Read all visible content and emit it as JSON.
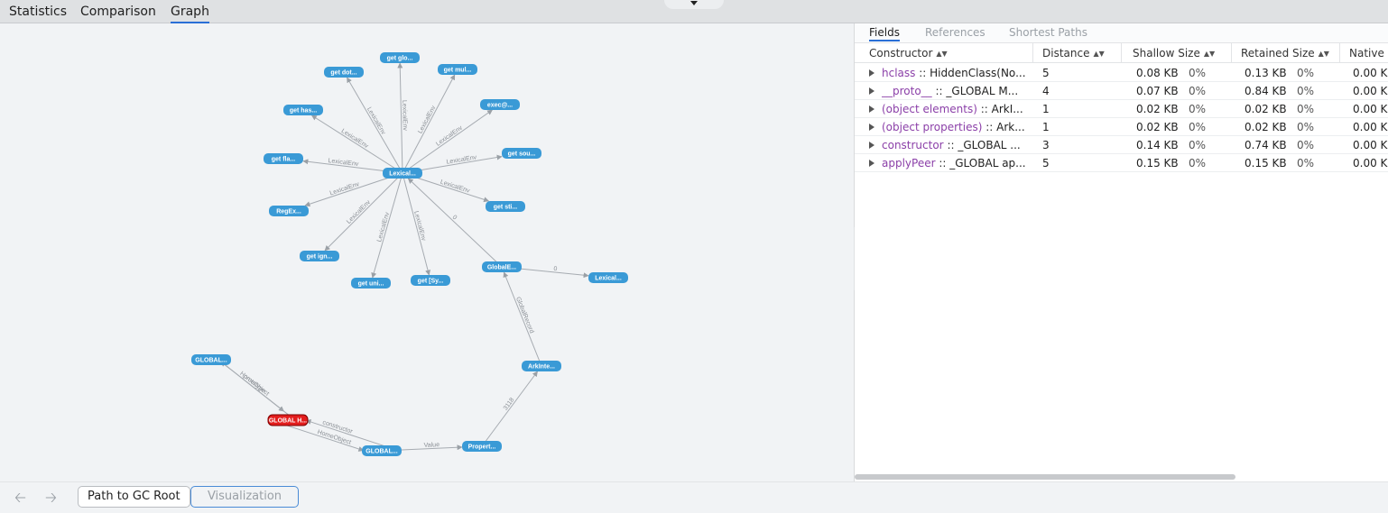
{
  "top_tabs": [
    {
      "label": "Statistics",
      "active": false
    },
    {
      "label": "Comparison",
      "active": false
    },
    {
      "label": "Graph",
      "active": true
    }
  ],
  "graph": {
    "nodes": [
      {
        "id": "lex_center",
        "label": "Lexical..."
      },
      {
        "id": "n_getglo",
        "label": "get glo..."
      },
      {
        "id": "n_getdot",
        "label": "get dot..."
      },
      {
        "id": "n_getmul",
        "label": "get mul..."
      },
      {
        "id": "n_gethas",
        "label": "get has..."
      },
      {
        "id": "n_exec",
        "label": "exec@..."
      },
      {
        "id": "n_getfla",
        "label": "get fla..."
      },
      {
        "id": "n_getsou",
        "label": "get sou..."
      },
      {
        "id": "n_regex",
        "label": "RegEx..."
      },
      {
        "id": "n_getsti",
        "label": "get sti..."
      },
      {
        "id": "n_getign",
        "label": "get ign..."
      },
      {
        "id": "n_getuni",
        "label": "get uni..."
      },
      {
        "id": "n_getsy",
        "label": "get [Sy..."
      },
      {
        "id": "n_globale",
        "label": "GlobalE..."
      },
      {
        "id": "n_lexical2",
        "label": "Lexical..."
      },
      {
        "id": "n_arkinte",
        "label": "ArkInte..."
      },
      {
        "id": "n_global1",
        "label": "GLOBAL..."
      },
      {
        "id": "n_globalh",
        "label": "GLOBAL H...",
        "highlight": true
      },
      {
        "id": "n_global2",
        "label": "GLOBAL..."
      },
      {
        "id": "n_propert",
        "label": "Propert..."
      }
    ],
    "edges": [
      {
        "from": "lex_center",
        "to": "n_getglo",
        "label": "LexicalEnv"
      },
      {
        "from": "lex_center",
        "to": "n_getdot",
        "label": "LexicalEnv"
      },
      {
        "from": "lex_center",
        "to": "n_getmul",
        "label": "LexicalEnv"
      },
      {
        "from": "lex_center",
        "to": "n_gethas",
        "label": "LexicalEnv"
      },
      {
        "from": "lex_center",
        "to": "n_exec",
        "label": "LexicalEnv"
      },
      {
        "from": "lex_center",
        "to": "n_getfla",
        "label": "LexicalEnv"
      },
      {
        "from": "lex_center",
        "to": "n_getsou",
        "label": "LexicalEnv"
      },
      {
        "from": "lex_center",
        "to": "n_regex",
        "label": "LexicalEnv"
      },
      {
        "from": "lex_center",
        "to": "n_getsti",
        "label": "LexicalEnv"
      },
      {
        "from": "lex_center",
        "to": "n_getign",
        "label": "LexicalEnv"
      },
      {
        "from": "lex_center",
        "to": "n_getuni",
        "label": "LexicalEnv"
      },
      {
        "from": "lex_center",
        "to": "n_getsy",
        "label": "LexicalEnv"
      },
      {
        "from": "n_globale",
        "to": "lex_center",
        "label": "0"
      },
      {
        "from": "n_globale",
        "to": "n_lexical2",
        "label": "0"
      },
      {
        "from": "n_arkinte",
        "to": "n_globale",
        "label": "GlobalRecord"
      },
      {
        "from": "n_propert",
        "to": "n_arkinte",
        "label": "3118"
      },
      {
        "from": "n_global2",
        "to": "n_propert",
        "label": "Value"
      },
      {
        "from": "n_global2",
        "to": "n_globalh",
        "label": "constructor"
      },
      {
        "from": "n_globalh",
        "to": "n_global2",
        "label": "HomeObject"
      },
      {
        "from": "n_global1",
        "to": "n_globalh",
        "label": "HomeObject"
      },
      {
        "from": "n_globalh",
        "to": "n_global1",
        "label": "prototype"
      }
    ]
  },
  "right_panel": {
    "tabs": [
      {
        "label": "Fields",
        "active": true
      },
      {
        "label": "References",
        "active": false
      },
      {
        "label": "Shortest Paths",
        "active": false
      }
    ],
    "columns": [
      "Constructor",
      "Distance",
      "Shallow Size",
      "Retained Size",
      "Native"
    ],
    "rows": [
      {
        "key": "hclass",
        "sep": " :: ",
        "value": "HiddenClass(No...",
        "distance": "5",
        "shallow": "0.08 KB",
        "shallow_pct": "0%",
        "retained": "0.13 KB",
        "retained_pct": "0%",
        "native": "0.00 K"
      },
      {
        "key": "__proto__",
        "sep": " :: ",
        "value": "_GLOBAL M...",
        "distance": "4",
        "shallow": "0.07 KB",
        "shallow_pct": "0%",
        "retained": "0.84 KB",
        "retained_pct": "0%",
        "native": "0.00 K"
      },
      {
        "key": "(object elements)",
        "sep": " :: ",
        "value": "ArkI...",
        "distance": "1",
        "shallow": "0.02 KB",
        "shallow_pct": "0%",
        "retained": "0.02 KB",
        "retained_pct": "0%",
        "native": "0.00 K"
      },
      {
        "key": "(object properties)",
        "sep": " :: ",
        "value": "Ark...",
        "distance": "1",
        "shallow": "0.02 KB",
        "shallow_pct": "0%",
        "retained": "0.02 KB",
        "retained_pct": "0%",
        "native": "0.00 K"
      },
      {
        "key": "constructor",
        "sep": " :: ",
        "value": "_GLOBAL ...",
        "distance": "3",
        "shallow": "0.14 KB",
        "shallow_pct": "0%",
        "retained": "0.74 KB",
        "retained_pct": "0%",
        "native": "0.00 K"
      },
      {
        "key": "applyPeer",
        "sep": " :: ",
        "value": "_GLOBAL ap...",
        "distance": "5",
        "shallow": "0.15 KB",
        "shallow_pct": "0%",
        "retained": "0.15 KB",
        "retained_pct": "0%",
        "native": "0.00 K"
      }
    ]
  },
  "bottom": {
    "back_icon": "arrow-left-icon",
    "forward_icon": "arrow-right-icon",
    "path_button": "Path to GC Root",
    "viz_button": "Visualization"
  },
  "colors": {
    "node": "#3a9ad6",
    "node_highlight": "#e31d1d",
    "edge": "#a6abb1",
    "tab_underline": "#2a6fd6"
  }
}
